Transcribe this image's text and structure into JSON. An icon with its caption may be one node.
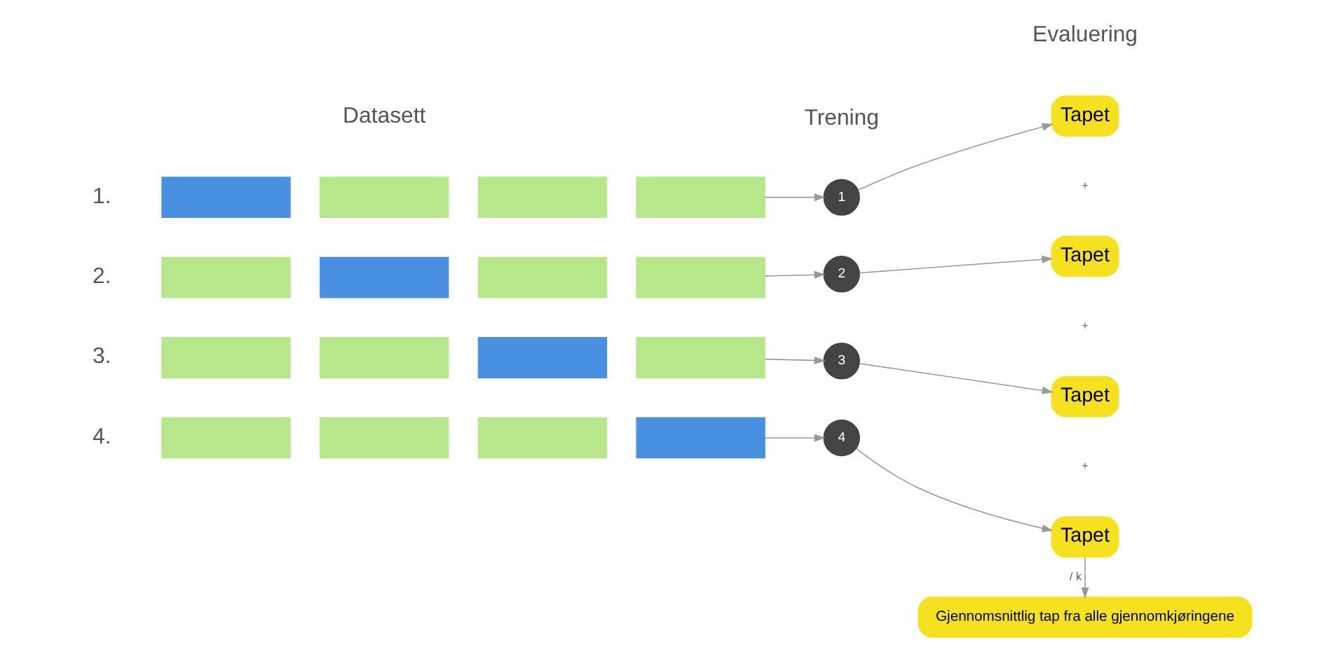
{
  "diagram": {
    "nodes": [
      {
        "text": [],
        "shape": "bar"
      },
      {
        "text": [],
        "shape": "bar"
      },
      {
        "text": [],
        "shape": "bar"
      },
      {
        "text": [],
        "shape": "bar"
      },
      {
        "text": [
          "1"
        ]
      },
      {
        "text": [
          "Tapet"
        ]
      },
      {
        "text": [],
        "shape": "bar"
      },
      {
        "text": [],
        "shape": "bar"
      },
      {
        "text": [],
        "shape": "bar"
      },
      {
        "text": [],
        "shape": "bar"
      },
      {
        "text": [
          "2"
        ]
      },
      {
        "text": [
          "Tapet"
        ]
      },
      {
        "text": [],
        "shape": "bar"
      },
      {
        "text": [],
        "shape": "bar"
      },
      {
        "text": [],
        "shape": "bar"
      },
      {
        "text": [],
        "shape": "bar"
      },
      {
        "text": [
          "3"
        ]
      },
      {
        "text": [
          "Tapet"
        ]
      },
      {
        "text": [],
        "shape": "bar"
      },
      {
        "text": [],
        "shape": "bar"
      },
      {
        "text": [],
        "shape": "bar"
      },
      {
        "text": [],
        "shape": "bar"
      },
      {
        "text": [
          "4"
        ]
      },
      {
        "text": [
          "Tapet"
        ]
      },
      {
        "text": [
          "Gjennomsnittlig tap fra alle gjennomkjøringene"
        ]
      }
    ],
    "edges": [
      {
        "from": 3,
        "to": 4,
        "arrow": "to"
      },
      {
        "from": 4,
        "to": 5,
        "arrow": "to"
      },
      {
        "from": 9,
        "to": 10,
        "arrow": "to"
      },
      {
        "from": 10,
        "to": 11,
        "arrow": "to"
      },
      {
        "from": 15,
        "to": 16,
        "arrow": "to"
      },
      {
        "from": 16,
        "to": 17,
        "arrow": "to"
      },
      {
        "from": 21,
        "to": 22,
        "arrow": "to"
      },
      {
        "from": 22,
        "to": 23,
        "arrow": "to"
      },
      {
        "from": 23,
        "to": 24,
        "arrow": "to",
        "label": "/ k"
      }
    ],
    "labels": [
      "Datasett",
      "Trening",
      "Evaluering",
      "1.",
      "+",
      "2.",
      "+",
      "3.",
      "+",
      "4."
    ]
  }
}
